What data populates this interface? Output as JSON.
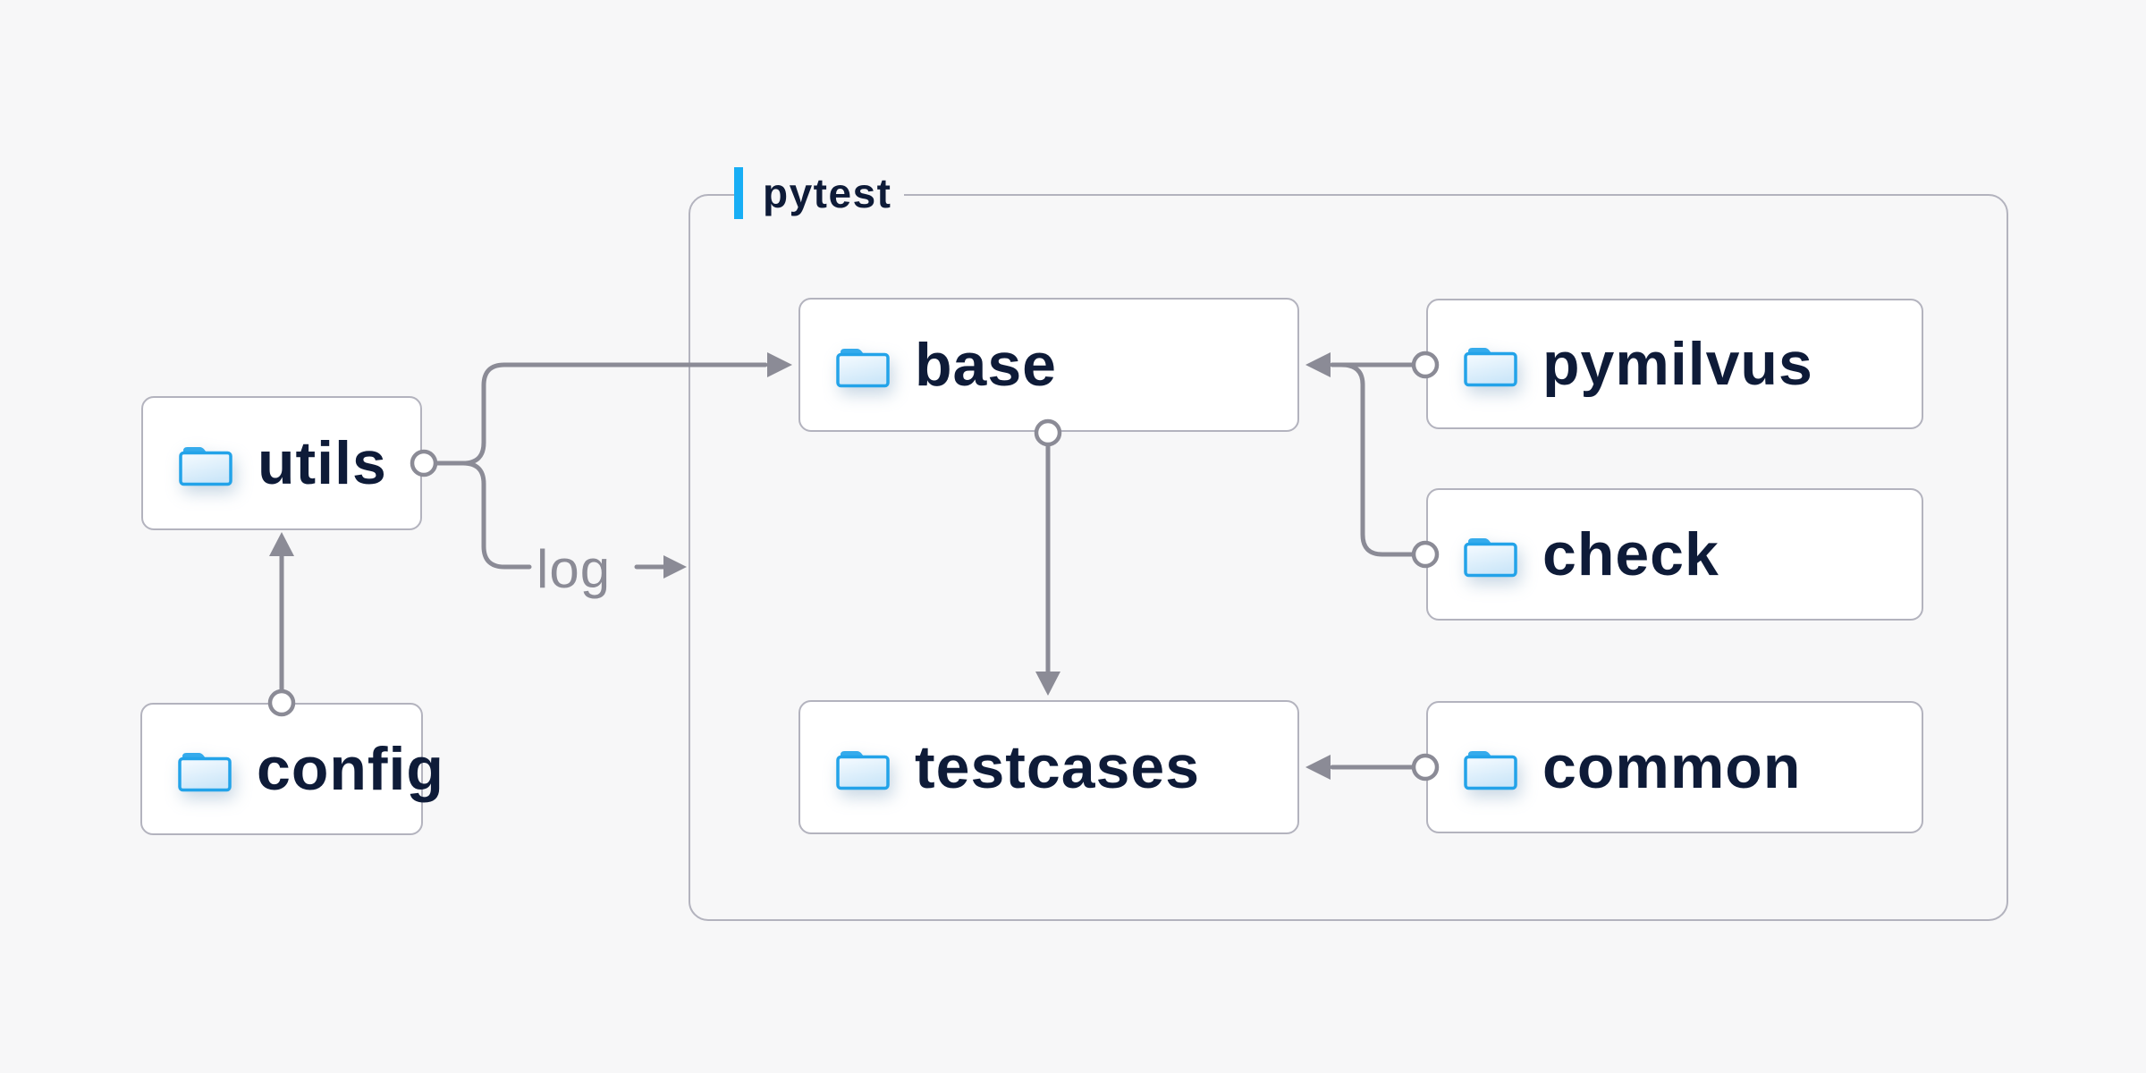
{
  "container": {
    "label": "pytest"
  },
  "nodes": {
    "utils": {
      "label": "utils",
      "icon": "folder-icon"
    },
    "config": {
      "label": "config",
      "icon": "folder-icon"
    },
    "base": {
      "label": "base",
      "icon": "folder-icon"
    },
    "pymilvus": {
      "label": "pymilvus",
      "icon": "folder-icon"
    },
    "check": {
      "label": "check",
      "icon": "folder-icon"
    },
    "testcases": {
      "label": "testcases",
      "icon": "folder-icon"
    },
    "common": {
      "label": "common",
      "icon": "folder-icon"
    }
  },
  "edges": [
    {
      "from": "config",
      "to": "utils",
      "style": "arrow-with-origin-dot"
    },
    {
      "from": "utils",
      "to": "base",
      "style": "arrow-with-origin-dot"
    },
    {
      "from": "utils",
      "to": "pytest-container",
      "style": "arrow-with-origin-dot",
      "label": "log"
    },
    {
      "from": "pymilvus",
      "to": "base",
      "style": "arrow-with-origin-dot"
    },
    {
      "from": "check",
      "to": "base",
      "style": "arrow-with-origin-dot"
    },
    {
      "from": "base",
      "to": "testcases",
      "style": "arrow-with-origin-dot"
    },
    {
      "from": "common",
      "to": "testcases",
      "style": "arrow-with-origin-dot"
    }
  ],
  "colors": {
    "background": "#f7f7f8",
    "node_fill": "#ffffff",
    "border_gray": "#b3b3be",
    "connector_gray": "#8b8b96",
    "text_dark_navy": "#0e1b38",
    "edge_label_gray": "#8b8b96",
    "accent_blue_bar": "#18aef5",
    "folder_stroke_blue": "#23a3e9",
    "folder_tab_blue": "#35abec"
  }
}
